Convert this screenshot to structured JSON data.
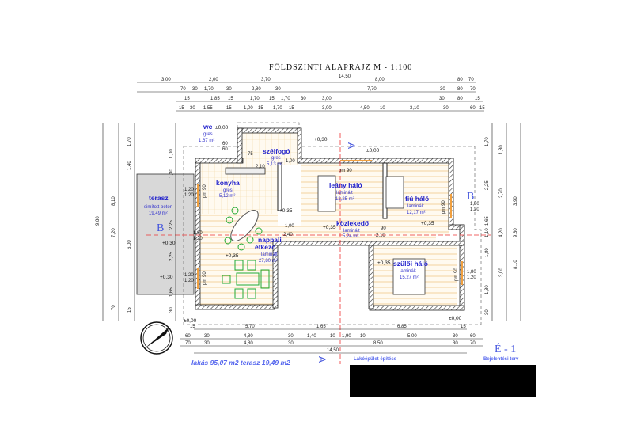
{
  "title": "FÖLDSZINTI ALAPRAJZ   M - 1:100",
  "rooms": {
    "wc": {
      "name": "wc",
      "floor": "gres",
      "area": "1,67 m²"
    },
    "szelfogo": {
      "name": "szélfogó",
      "floor": "gres",
      "area": "5,13 m²"
    },
    "konyha": {
      "name": "konyha",
      "floor": "gres",
      "area": "5,12 m²"
    },
    "leany": {
      "name": "leány háló",
      "floor": "laminált",
      "area": "12,25 m²"
    },
    "fiu": {
      "name": "fiú háló",
      "floor": "laminált",
      "area": "12,17 m²"
    },
    "kozlekedo": {
      "name": "közlekedő",
      "floor": "laminált",
      "area": "5,24 m²"
    },
    "nappali": {
      "name": "nappali",
      "name2": "étkező",
      "floor": "laminált",
      "area": "27,80 m²"
    },
    "szuloi": {
      "name": "szülői háló",
      "floor": "laminált",
      "area": "15,27 m²"
    },
    "terasz": {
      "name": "terasz",
      "floor": "simított beton",
      "area": "19,49 m²"
    }
  },
  "levels": {
    "l0a": "±0,00",
    "l0b": "±0,00",
    "l0c": "±0,00",
    "l0d": "±0,00",
    "p30a": "+0,30",
    "p30b": "+0,30",
    "p30c": "+0,30",
    "p35a": "+0,35",
    "p35b": "+0,35",
    "p35c": "+0,35",
    "p35d": "+0,35",
    "p35e": "+0,35"
  },
  "dims": {
    "top1": [
      "3,00",
      "2,00",
      "3,70",
      "8,00",
      "80",
      "70"
    ],
    "top_total": "14,50",
    "top2": [
      "70",
      "30",
      "1,70",
      "30",
      "2,80",
      "30",
      "7,70",
      "30",
      "80",
      "70"
    ],
    "top3": [
      "15",
      "1,85",
      "15",
      "1,70",
      "15",
      "1,70",
      "30",
      "3,00",
      "30",
      "80",
      "15"
    ],
    "top4": [
      "15",
      "30",
      "1,55",
      "15",
      "1,00",
      "15",
      "1,70",
      "15",
      "3,00",
      "4,50",
      "10",
      "3,10",
      "30",
      "60",
      "15"
    ],
    "bot1": [
      "15",
      "5,70",
      "1,65",
      "6,85",
      "15"
    ],
    "bot2": [
      "60",
      "30",
      "4,80",
      "30",
      "1,40",
      "10",
      "1,90",
      "10",
      "5,00",
      "30",
      "60"
    ],
    "bot3": [
      "70",
      "30",
      "4,80",
      "30",
      "8,50",
      "30",
      "70"
    ],
    "bot_total": "14,50",
    "left": [
      "1,70",
      "1,40",
      "1,00",
      "1,30",
      "7,20",
      "9,80",
      "8,10",
      "6,00",
      "2,25",
      "2,25",
      "1,65",
      "15",
      "70",
      "30"
    ],
    "right": [
      "1,70",
      "1,80",
      "2,25",
      "2,70",
      "3,90",
      "4,20",
      "9,80",
      "8,10",
      "1,65",
      "1,10",
      "1,80",
      "3,00",
      "1,80",
      "30"
    ]
  },
  "openings": [
    "1,20",
    "1,20",
    "1,20",
    "1,20",
    "1,80",
    "1,20",
    "1,80",
    "1,20",
    "1,80",
    "1,20",
    "1,00",
    "2,10",
    "1,00",
    "2,40",
    "pm 90",
    "pm 90",
    "pm 90",
    "pm 90",
    "pm 90",
    "2,10",
    "90",
    "60",
    "60",
    "75"
  ],
  "section_a": "A",
  "section_b": "B",
  "summary": "lakás  95,07 m2  terasz 19,49 m2",
  "project": "Lakóépület építése",
  "plan_type": "Bejelentési terv",
  "sheet": "É - 1",
  "colors": {
    "room_text": "#2222cc",
    "section": "#ee3333",
    "furniture": "#22aa33",
    "sheet": "#4a5adf",
    "floor_lines": "#f0c98a"
  }
}
